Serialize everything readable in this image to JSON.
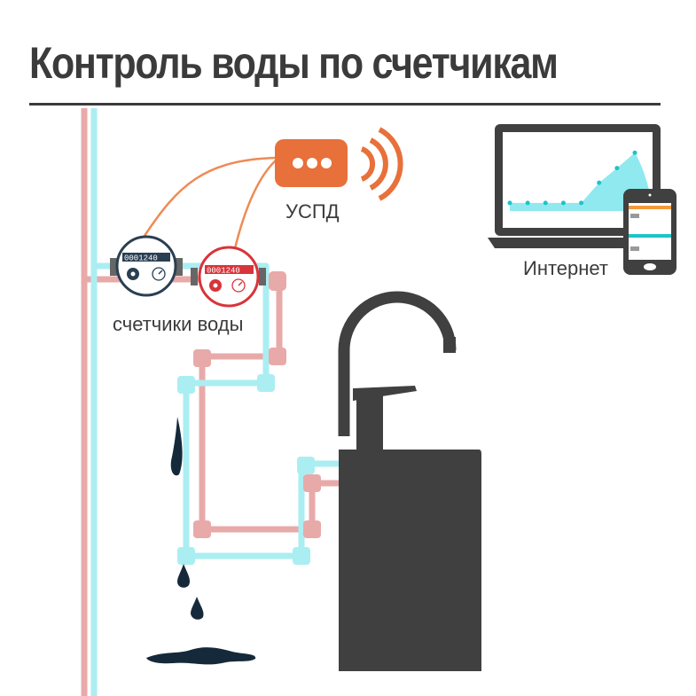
{
  "title": "Контроль воды по счетчикам",
  "labels": {
    "uspd": "УСПД",
    "meters": "счетчики воды",
    "internet": "Интернет"
  },
  "meter_reading": "0001240",
  "colors": {
    "hot_pipe": "#e8aaa9",
    "cold_pipe": "#aaeef2",
    "uspd": "#e8703a",
    "dark": "#404040",
    "water": "#16293a",
    "chart_fill": "#8fe9ef",
    "chart_point": "#1cc4c8"
  },
  "chart_data": {
    "type": "area",
    "values": [
      1,
      1,
      1,
      1,
      1,
      3.5,
      5.3,
      7.2
    ]
  }
}
